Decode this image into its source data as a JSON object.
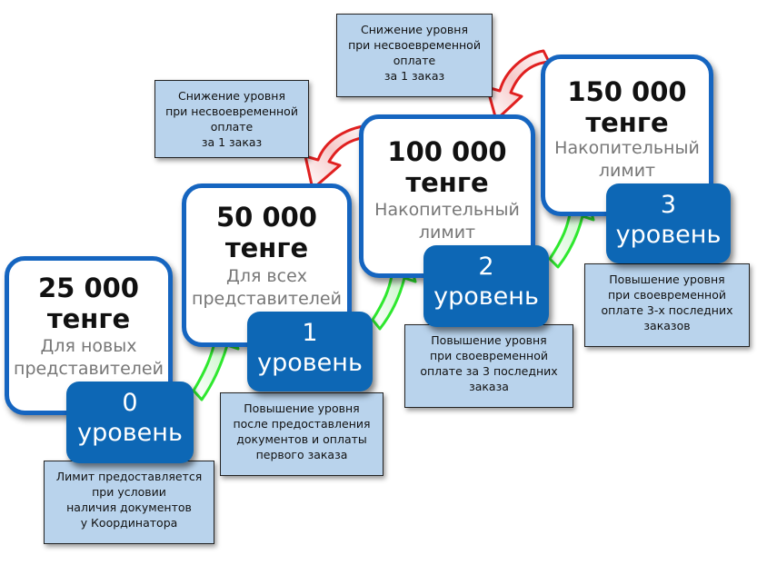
{
  "levels": [
    {
      "amount_line1": "25 000",
      "amount_line2": "тенге",
      "desc_line1": "Для новых",
      "desc_line2": "представителей",
      "number": "0",
      "word": "уровень",
      "note": "Лимит предоставляется\nпри условии\nналичия документов\nу Координатора"
    },
    {
      "amount_line1": "50 000",
      "amount_line2": "тенге",
      "desc_line1": "Для всех",
      "desc_line2": "представителей",
      "number": "1",
      "word": "уровень",
      "note": "Повышение уровня\nпосле предоставления\nдокументов и оплаты\nпервого заказа"
    },
    {
      "amount_line1": "100 000",
      "amount_line2": "тенге",
      "desc_line1": "Накопительный",
      "desc_line2": "лимит",
      "number": "2",
      "word": "уровень",
      "note": "Повышение уровня\nпри своевременной\nоплате за 3 последних\nзаказа"
    },
    {
      "amount_line1": "150 000",
      "amount_line2": "тенге",
      "desc_line1": "Накопительный",
      "desc_line2": "лимит",
      "number": "3",
      "word": "уровень",
      "note": "Повышение уровня\nпри своевременной\nоплате 3-х последних\nзаказов"
    }
  ],
  "downgrade_notes": [
    "Снижение уровня\nпри несвоевременной\nоплате\nза 1 заказ",
    "Снижение уровня\nпри несвоевременной\nоплате\nза 1 заказ"
  ],
  "colors": {
    "card_border": "#1565c0",
    "level_fill": "#0d67b5",
    "note_fill": "#b9d3ec",
    "up_arrow": "#2ee82e",
    "down_arrow": "#e02020"
  }
}
